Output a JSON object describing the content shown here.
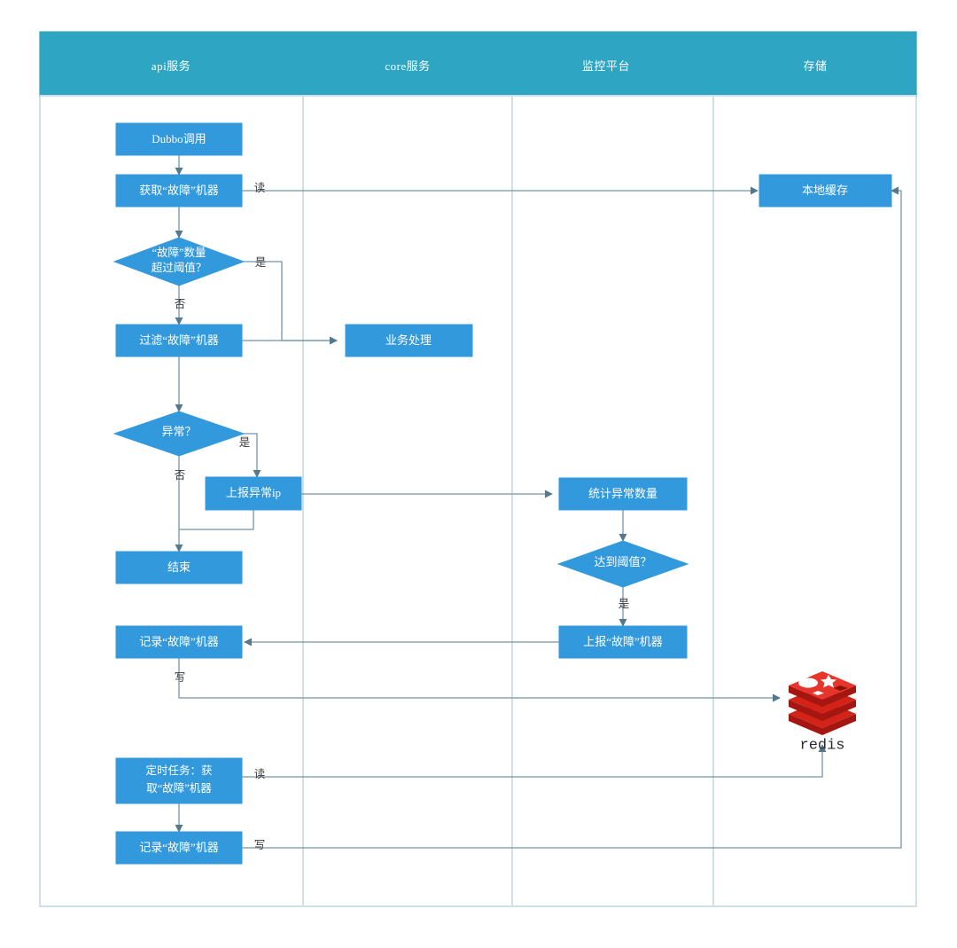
{
  "diagram": {
    "title": "api service fault machine flow",
    "colors": {
      "lane_header_bg": "#2da5c3",
      "node_fill": "#3399dd",
      "edge_stroke": "#7395a8",
      "divider": "#cfe0e8",
      "redis_red": "#d32218"
    },
    "lanes": [
      {
        "id": "api",
        "label": "api服务"
      },
      {
        "id": "core",
        "label": "core服务"
      },
      {
        "id": "monitor",
        "label": "监控平台"
      },
      {
        "id": "storage",
        "label": "存储"
      }
    ],
    "nodes": [
      {
        "id": "dubbo_call",
        "lane": "api",
        "shape": "rect",
        "label": "Dubbo调用"
      },
      {
        "id": "get_fault",
        "lane": "api",
        "shape": "rect",
        "label": "获取“故障”机器"
      },
      {
        "id": "fault_over_thr",
        "lane": "api",
        "shape": "diamond",
        "label_line1": "“故障”数量",
        "label_line2": "超过阈值？"
      },
      {
        "id": "filter_fault",
        "lane": "api",
        "shape": "rect",
        "label": "过滤“故障”机器"
      },
      {
        "id": "business",
        "lane": "core",
        "shape": "rect",
        "label": "业务处理"
      },
      {
        "id": "is_abnormal",
        "lane": "api",
        "shape": "diamond",
        "label": "异常？"
      },
      {
        "id": "report_ip",
        "lane": "api",
        "shape": "rect",
        "label": "上报异常ip"
      },
      {
        "id": "end",
        "lane": "api",
        "shape": "rect",
        "label": "结束"
      },
      {
        "id": "count_abnormal",
        "lane": "monitor",
        "shape": "rect",
        "label": "统计异常数量"
      },
      {
        "id": "reach_threshold",
        "lane": "monitor",
        "shape": "diamond",
        "label": "达到阈值？"
      },
      {
        "id": "report_fault",
        "lane": "monitor",
        "shape": "rect",
        "label": "上报“故障”机器"
      },
      {
        "id": "record_fault",
        "lane": "api",
        "shape": "rect",
        "label": "记录“故障”机器"
      },
      {
        "id": "local_cache",
        "lane": "storage",
        "shape": "rect",
        "label": "本地缓存"
      },
      {
        "id": "cron_get_fault",
        "lane": "api",
        "shape": "rect",
        "label_line1": "定时任务：获",
        "label_line2": "取“故障”机器"
      },
      {
        "id": "record_fault_2",
        "lane": "api",
        "shape": "rect",
        "label": "记录“故障”机器"
      },
      {
        "id": "redis",
        "lane": "storage",
        "shape": "image",
        "label": "redis"
      }
    ],
    "edge_labels": {
      "read_cache": "读",
      "yes_threshold": "是",
      "no_threshold": "否",
      "yes_abnormal": "是",
      "no_abnormal": "否",
      "yes_reach": "是",
      "write_redis": "写",
      "read_redis": "读",
      "write_cache": "写"
    }
  }
}
